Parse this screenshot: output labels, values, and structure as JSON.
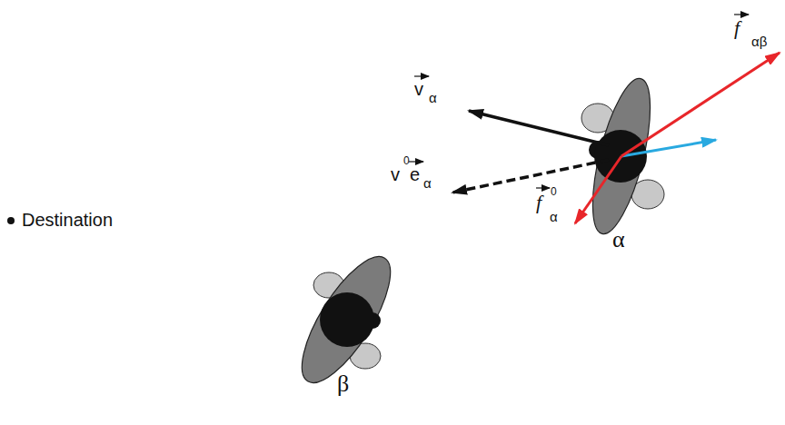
{
  "diagram": {
    "labels": [
      "Destination",
      "v",
      "α",
      "v",
      "0",
      "e",
      "α",
      "f",
      "0",
      "α",
      "f",
      "αβ",
      "α",
      "β"
    ]
  }
}
